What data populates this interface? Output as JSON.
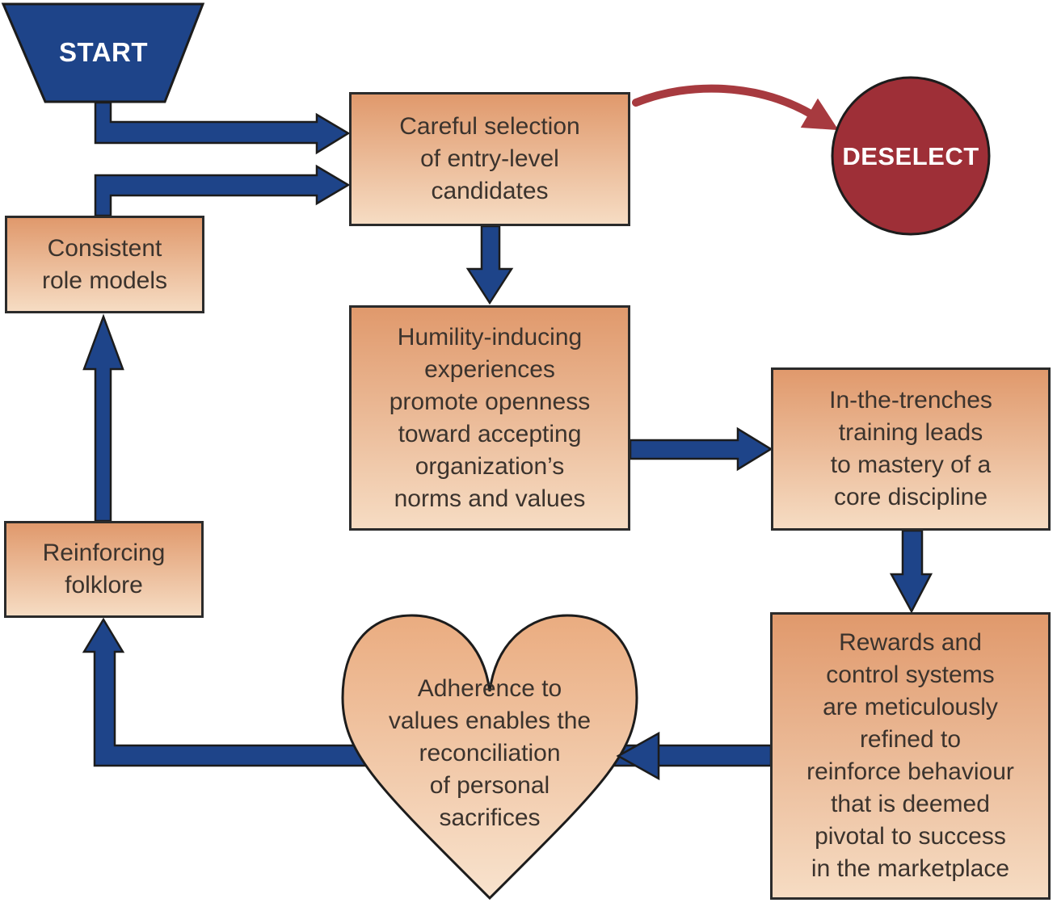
{
  "diagram": {
    "title_hint": "Socialization cycle flowchart",
    "start": {
      "label": "START"
    },
    "deselect": {
      "label": "DESELECT"
    },
    "nodes": {
      "careful_selection": {
        "label": "Careful selection\nof entry-level\ncandidates"
      },
      "consistent_role_models": {
        "label": "Consistent\nrole models"
      },
      "humility": {
        "label": "Humility-inducing\nexperiences\npromote openness\ntoward accepting\norganization’s\nnorms and values"
      },
      "trenches": {
        "label": "In-the-trenches\ntraining leads\nto mastery of a\ncore discipline"
      },
      "rewards": {
        "label": "Rewards and\ncontrol systems\nare meticulously\nrefined to\nreinforce behaviour\nthat is deemed\npivotal to success\nin the marketplace"
      },
      "folklore": {
        "label": "Reinforcing\nfolklore"
      },
      "adherence_heart": {
        "label": "Adherence to\nvalues enables the\nreconciliation\nof personal\nsacrifices"
      }
    },
    "colors": {
      "blue": "#1E4489",
      "red": "#9E2F37",
      "red-arrow": "#A73A3F",
      "box-top": "#E0996C",
      "box-bottom": "#F6DCC3",
      "heart-top": "#EAAC80",
      "heart-bottom": "#F8E3CE",
      "line": "#2B2B2B",
      "ink": "#3B332D"
    }
  }
}
